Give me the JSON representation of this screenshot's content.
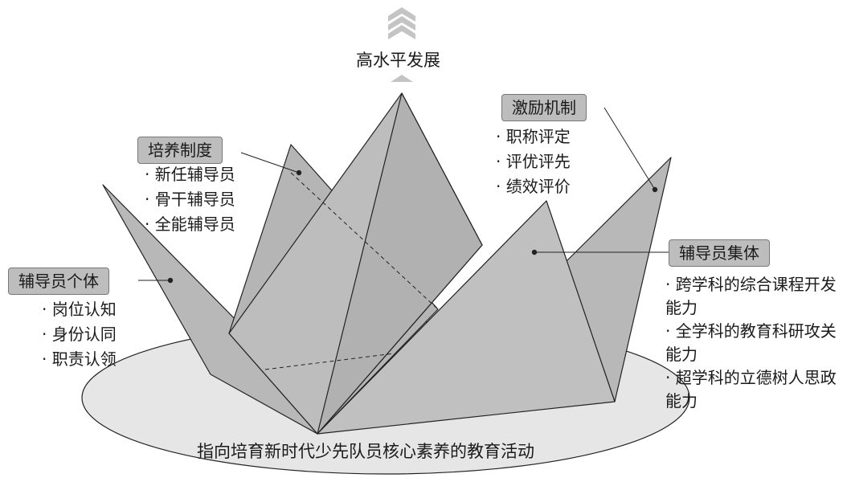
{
  "top_label": "高水平发展",
  "bottom_label": "指向培育新时代少先队员核心素养的教育活动",
  "groups": {
    "individual": {
      "title": "辅导员个体",
      "items": [
        "岗位认知",
        "身份认同",
        "职责认领"
      ]
    },
    "training": {
      "title": "培养制度",
      "items": [
        "新任辅导员",
        "骨干辅导员",
        "全能辅导员"
      ]
    },
    "incentive": {
      "title": "激励机制",
      "items": [
        "职称评定",
        "评优评先",
        "绩效评价"
      ]
    },
    "collective": {
      "title": "辅导员集体",
      "items": [
        "跨学科的综合课程开发能力",
        "全学科的教育科研攻关能力",
        "超学科的立德树人思政能力"
      ]
    }
  },
  "colors": {
    "paper": "#bcbcbc",
    "paper_dark": "#a9a9a9",
    "ellipse": "#e6e6e6",
    "label_box": "#bdbdbd",
    "arrow": "#c4c4c4"
  }
}
